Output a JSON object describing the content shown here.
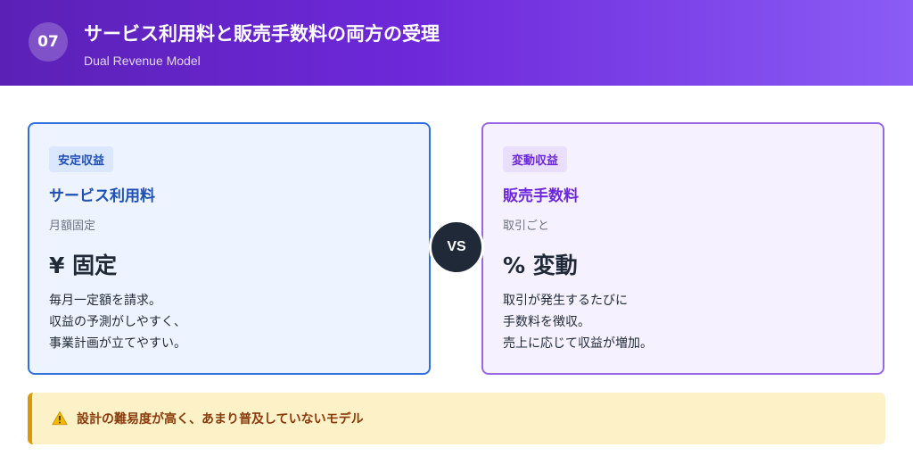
{
  "header": {
    "number": "07",
    "title": "サービス利用料と販売手数料の両方の受理",
    "subtitle": "Dual Revenue Model"
  },
  "left_card": {
    "tag": "安定収益",
    "title": "サービス利用料",
    "subtitle": "月額固定",
    "headline": "¥ 固定",
    "description": [
      "毎月一定額を請求。",
      "収益の予測がしやすく、",
      "事業計画が立てやすい。"
    ]
  },
  "vs_label": "VS",
  "right_card": {
    "tag": "変動収益",
    "title": "販売手数料",
    "subtitle": "取引ごと",
    "headline": "% 変動",
    "description": [
      "取引が発生するたびに",
      "手数料を徴収。",
      "売上に応じて収益が増加。"
    ]
  },
  "warning": {
    "icon": "warning-icon",
    "text": "設計の難易度が高く、あまり普及していないモデル"
  },
  "colors": {
    "header_gradient_start": "#5b21b6",
    "header_gradient_end": "#8b5cf6",
    "stable_accent": "#2f6fdc",
    "variable_accent": "#9a66e8",
    "warning_accent": "#d99a06"
  }
}
